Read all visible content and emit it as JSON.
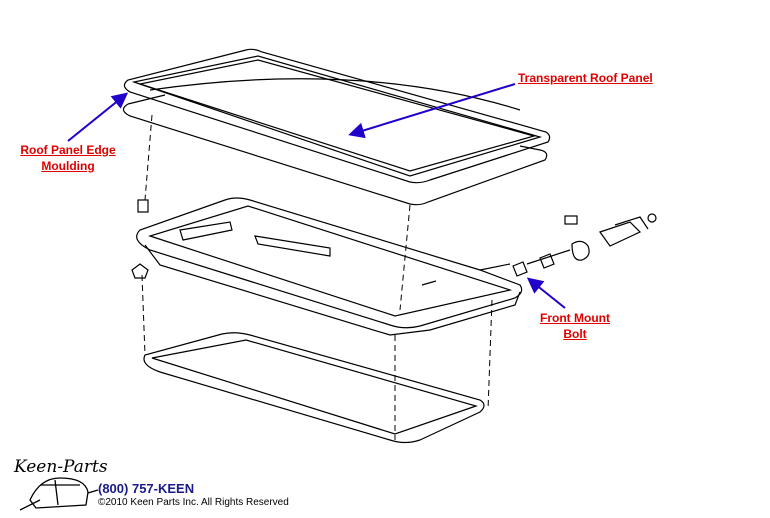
{
  "labels": {
    "transparent_roof_panel": "Transparent Roof Panel",
    "roof_panel_edge_moulding_line1": "Roof Panel Edge",
    "roof_panel_edge_moulding_line2": "Moulding",
    "front_mount_bolt_line1": "Front Mount",
    "front_mount_bolt_line2": "Bolt"
  },
  "footer": {
    "logo_text": "Keen Parts",
    "phone": "(800) 757-KEEN",
    "copyright": "©2010 Keen Parts Inc. All Rights Reserved"
  },
  "colors": {
    "label": "#e00000",
    "arrow": "#2200cc",
    "phone": "#1a1a8c"
  }
}
